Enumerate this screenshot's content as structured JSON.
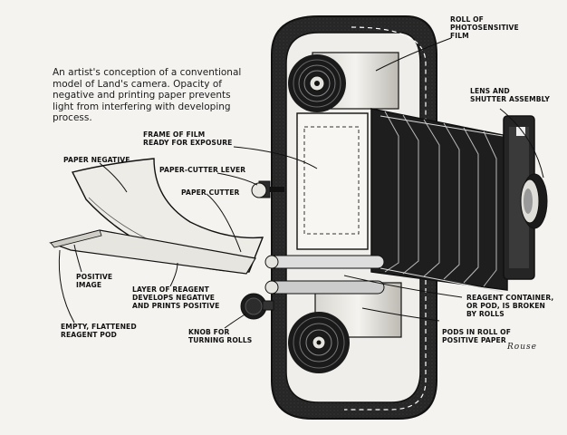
{
  "caption": "An artist's conception of a conventional model of Land's camera. Opacity of negative and printing paper prevents light from interfering with developing process.",
  "labels": {
    "roll_of_film": "ROLL OF\nPHOTOSENSITIVE\nFILM",
    "lens_shutter": "LENS AND\nSHUTTER ASSEMBLY",
    "frame_of_film": "FRAME OF FILM\nREADY FOR EXPOSURE",
    "paper_negative": "PAPER NEGATIVE",
    "paper_cutter_lever": "PAPER-CUTTER LEVER",
    "paper_cutter": "PAPER CUTTER",
    "positive_image": "POSITIVE\nIMAGE",
    "layer_of_reagent": "LAYER OF REAGENT\nDEVELOPS NEGATIVE\nAND PRINTS POSITIVE",
    "reagent_container": "REAGENT CONTAINER,\nOR POD, IS BROKEN\nBY ROLLS",
    "empty_pod": "EMPTY, FLATTENED\nREAGENT POD",
    "knob": "KNOB FOR\nTURNING ROLLS",
    "pods_in_roll": "PODS IN ROLL OF\nPOSITIVE PAPER"
  },
  "signature": "Rouse",
  "colors": {
    "background": "#f4f3f0",
    "ink": "#111111",
    "body_dark": "#2b2b2b",
    "paper": "#e8e6e0"
  }
}
